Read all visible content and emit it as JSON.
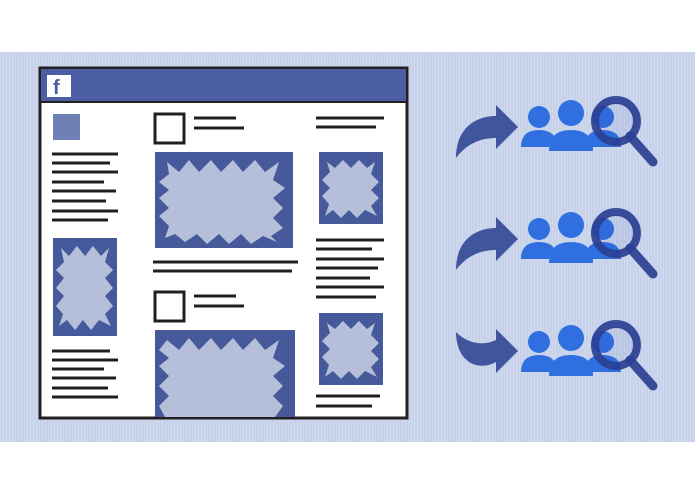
{
  "illustration": {
    "logo_letter": "f",
    "rows": [
      "row-1",
      "row-2",
      "row-3"
    ]
  },
  "colors": {
    "frame_blue": "#46599a",
    "logo_bar_blue": "#4b5ea3",
    "card_fill": "#ffffff",
    "image_light": "#b6bfd9",
    "text_line_dark": "#231f20",
    "audience_blue": "#2f6fe0",
    "magnifier_navy": "#2b3f94",
    "arrow_blue": "#3f569d",
    "background_band": "#c7d2ea"
  },
  "icons": [
    "facebook-logo-icon",
    "curved-arrow-icon",
    "audience-group-icon",
    "magnifier-icon"
  ]
}
